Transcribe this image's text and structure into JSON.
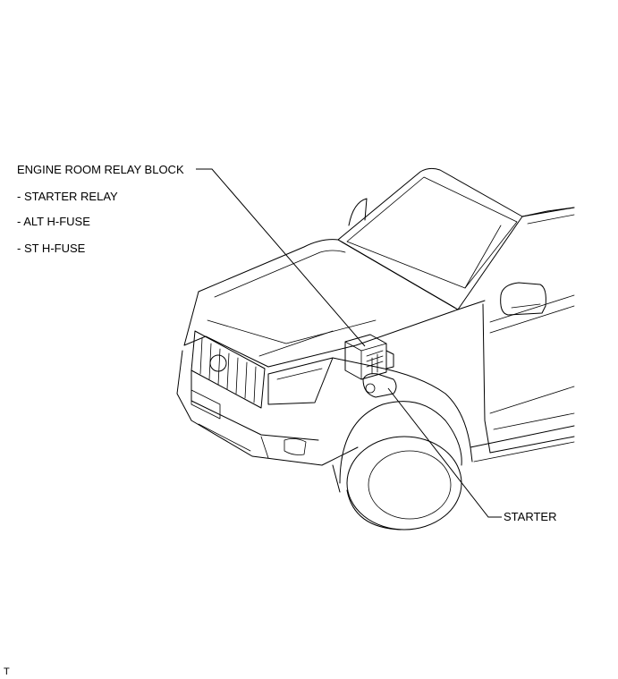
{
  "labels": {
    "engine_room_relay_block": "ENGINE ROOM RELAY BLOCK",
    "starter_relay": "- STARTER RELAY",
    "alt_h_fuse": "- ALT H-FUSE",
    "st_h_fuse": "- ST H-FUSE",
    "starter": "STARTER",
    "figure_code": "T"
  }
}
